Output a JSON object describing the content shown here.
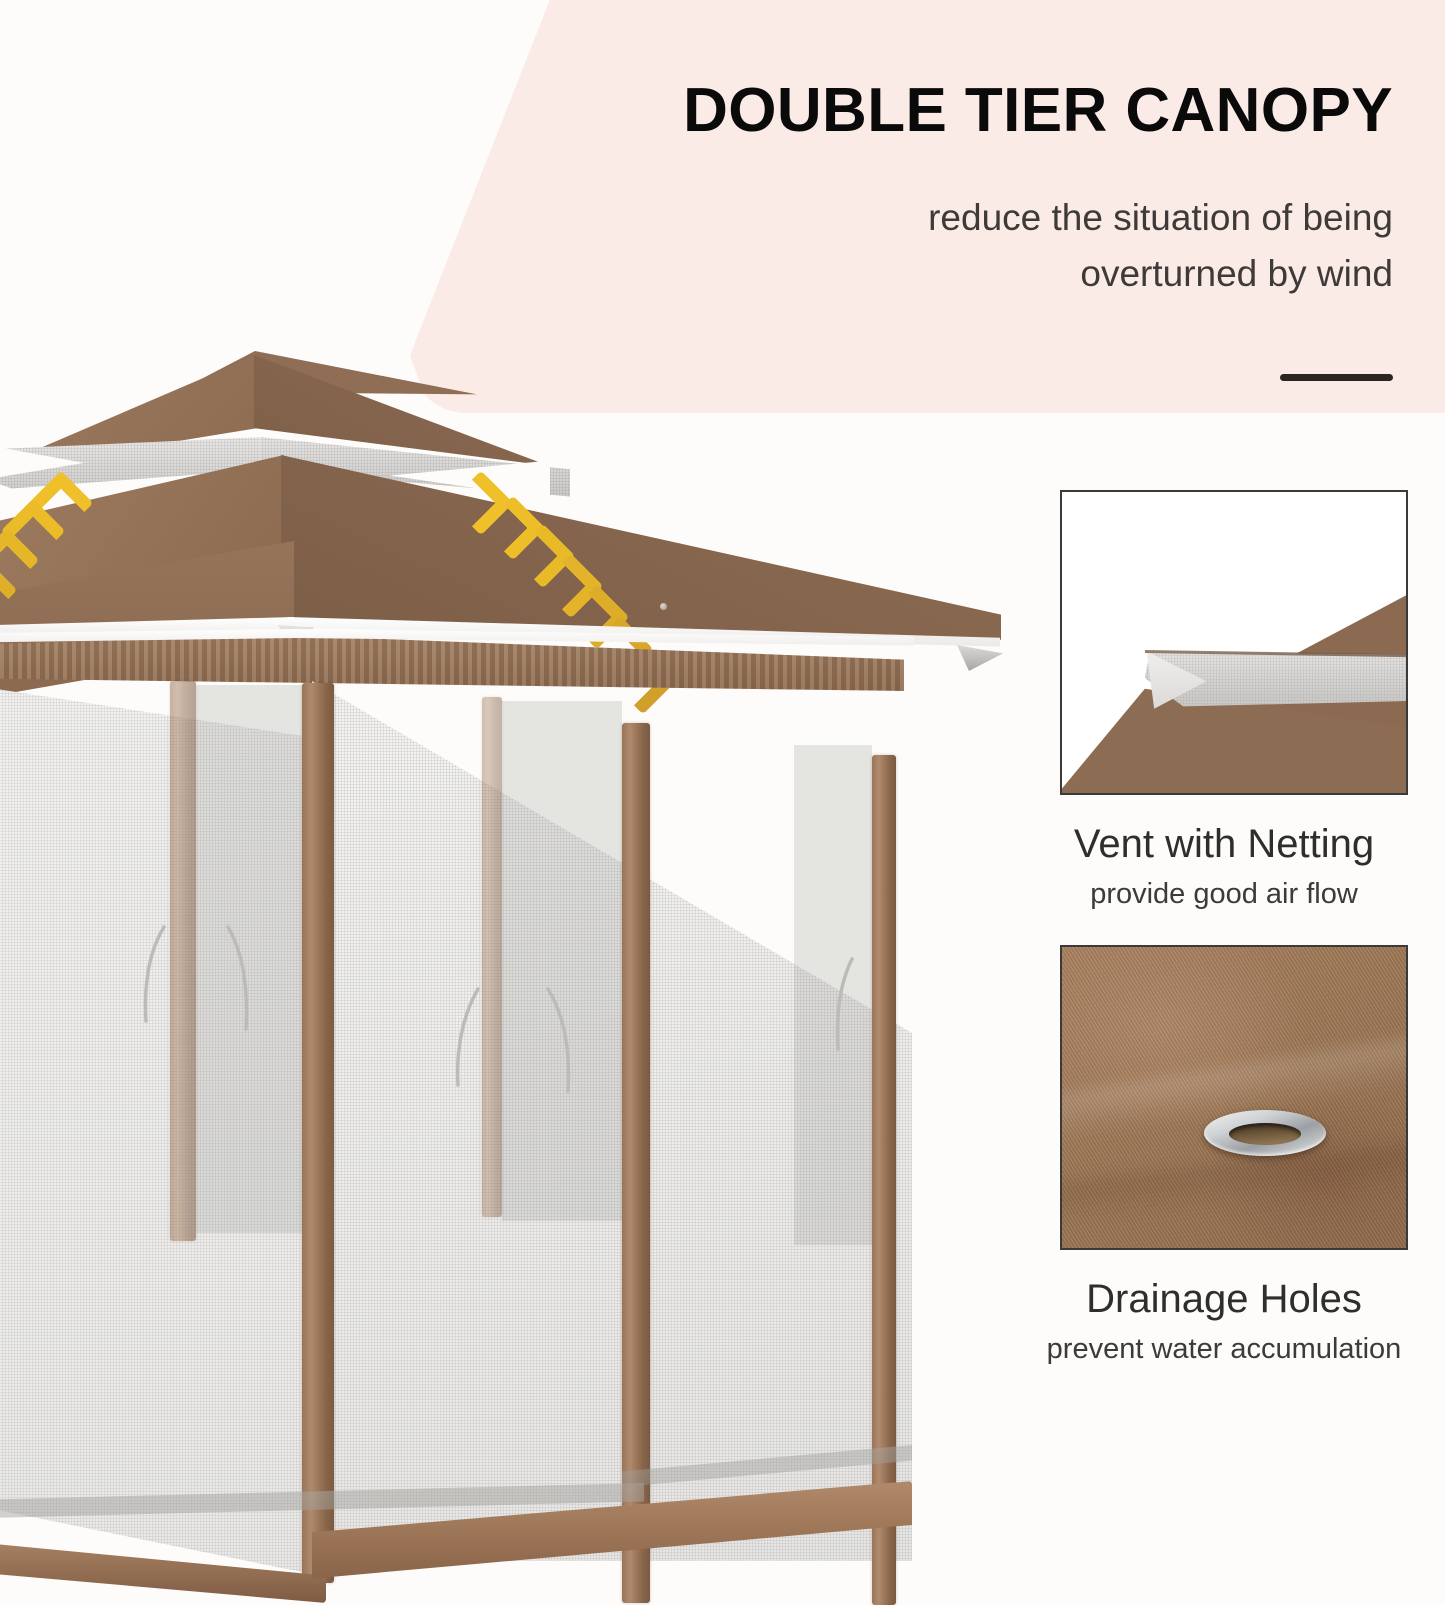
{
  "theme": {
    "page_bg": "#FDFCFA",
    "band_bg": "#FBEBE7",
    "headline_color": "#0A0A0A",
    "body_text_color": "#3D3A38",
    "divider_color": "#2B2522",
    "canopy_brown": "#8D6C53",
    "frame_brown": "#9A7459",
    "netting_white": "#F1F0EE",
    "arrow_yellow": "#EFC029",
    "arrow_yellow_dark": "#D4A62B",
    "panel_border": "#3A3A3A",
    "grommet_silver": "#CFD2D4"
  },
  "header": {
    "title": "DOUBLE TIER CANOPY",
    "subtitle_line1": "reduce the situation of being",
    "subtitle_line2": "overturned by wind"
  },
  "features": [
    {
      "id": "vent",
      "title": "Vent with Netting",
      "subtitle": "provide good air flow",
      "image_alt": "close-up of canopy vent gap with white mesh netting"
    },
    {
      "id": "drainage",
      "title": "Drainage Holes",
      "subtitle": "prevent water accumulation",
      "image_alt": "close-up of brown canopy fabric with silver metal grommet drainage hole"
    }
  ],
  "product": {
    "name": "double tier pop-up gazebo with mesh netting side walls",
    "tiers": 2,
    "airflow_arrow_groups": [
      {
        "side": "left",
        "count": 6,
        "direction": "down-left"
      },
      {
        "side": "right",
        "count": 7,
        "direction": "down-right"
      }
    ]
  }
}
